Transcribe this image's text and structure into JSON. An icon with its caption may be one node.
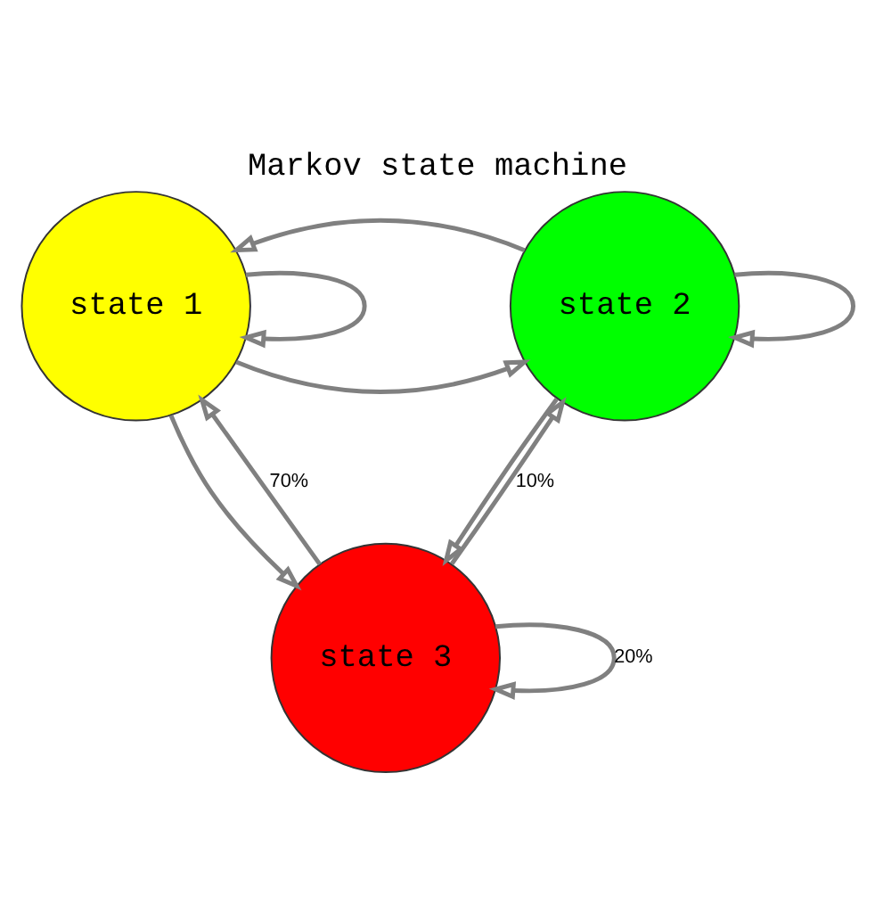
{
  "diagram": {
    "title": "Markov state machine",
    "nodes": [
      {
        "text": [
          "state 1"
        ]
      },
      {
        "text": [
          "state 2"
        ]
      },
      {
        "text": [
          "state 3"
        ]
      }
    ],
    "edges": [
      {
        "from": 0,
        "to": 0,
        "arrow": "to"
      },
      {
        "from": 0,
        "to": 1,
        "arrow": "to"
      },
      {
        "from": 1,
        "to": 0,
        "arrow": "to"
      },
      {
        "from": 1,
        "to": 1,
        "arrow": "to"
      },
      {
        "from": 1,
        "to": 2,
        "arrow": "to"
      },
      {
        "from": 0,
        "to": 2,
        "arrow": "to"
      },
      {
        "from": 2,
        "to": 0,
        "arrow": "to",
        "label": "70%"
      },
      {
        "from": 2,
        "to": 1,
        "arrow": "to",
        "label": "10%"
      },
      {
        "from": 2,
        "to": 2,
        "arrow": "to",
        "label": "20%"
      }
    ]
  }
}
